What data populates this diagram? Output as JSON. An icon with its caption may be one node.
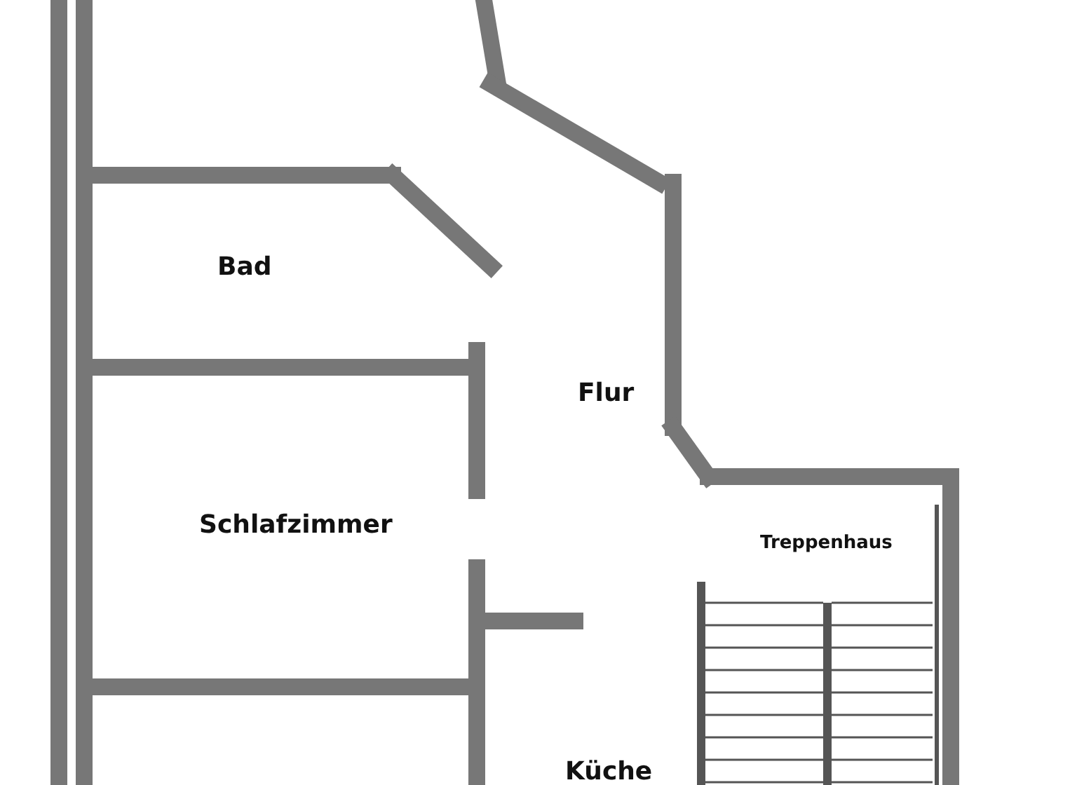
{
  "diagram": {
    "labels": [
      "Bad",
      "Flur",
      "Schlafzimmer",
      "Treppenhaus",
      "Küche"
    ]
  }
}
